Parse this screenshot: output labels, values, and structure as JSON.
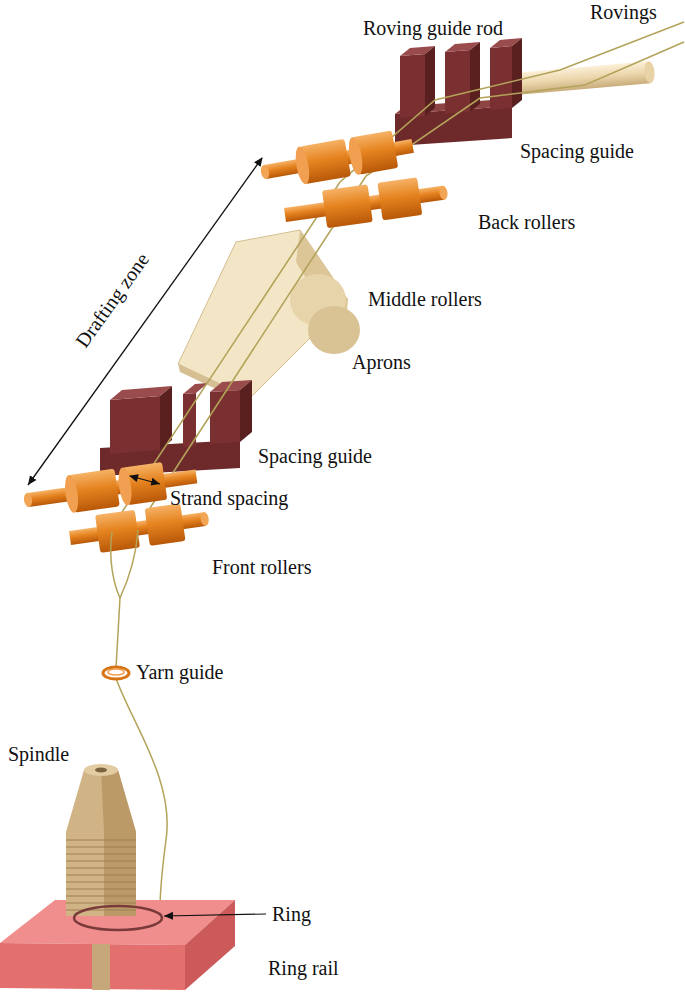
{
  "diagram": {
    "labels": [
      "Rovings",
      "Roving guide rod",
      "Spacing guide",
      "Back rollers",
      "Drafting zone",
      "Middle rollers",
      "Aprons",
      "Spacing guide",
      "Strand spacing",
      "Front rollers",
      "Yarn guide",
      "Spindle",
      "Ring",
      "Ring rail"
    ]
  }
}
